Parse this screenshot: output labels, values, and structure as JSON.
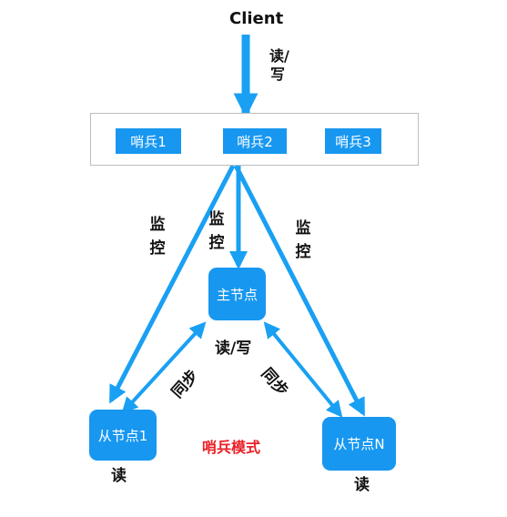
{
  "client": {
    "label": "Client"
  },
  "client_arrow": {
    "label": "读/写"
  },
  "sentinels": [
    {
      "label": "哨兵1"
    },
    {
      "label": "哨兵2"
    },
    {
      "label": "哨兵3"
    }
  ],
  "monitor_labels": [
    {
      "label": "监控"
    },
    {
      "label": "监控"
    },
    {
      "label": "监控"
    }
  ],
  "master": {
    "label": "主节点",
    "rw_label": "读/写"
  },
  "slaves": [
    {
      "label": "从节点1",
      "read_label": "读"
    },
    {
      "label": "从节点N",
      "read_label": "读"
    }
  ],
  "sync_labels": [
    {
      "label": "同步"
    },
    {
      "label": "同步"
    }
  ],
  "diagram_title": {
    "label": "哨兵模式"
  },
  "colors": {
    "accent": "#1797f0",
    "arrow": "#19a0f3",
    "title": "#ea1f26",
    "border": "#bdbdbd"
  }
}
